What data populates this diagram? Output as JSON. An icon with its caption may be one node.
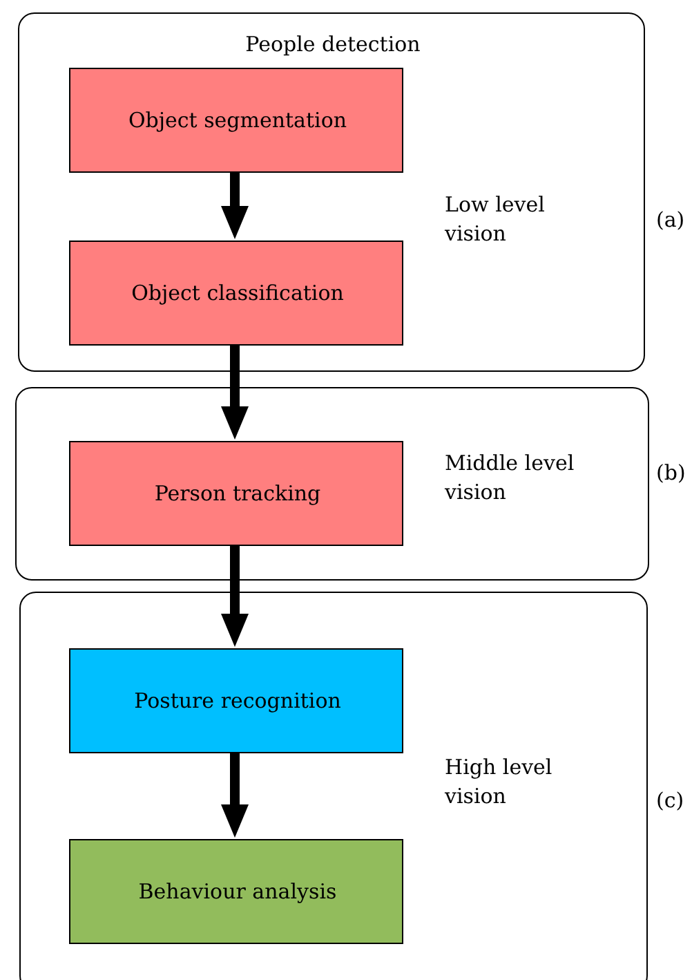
{
  "diagram": {
    "nodes": [
      {
        "text": [
          "People detection",
          "Low level vision"
        ],
        "beside": [
          "(a)"
        ]
      },
      {
        "text": [
          "Object segmentation"
        ],
        "in": 0
      },
      {
        "text": [
          "Object classification"
        ],
        "in": 0
      },
      {
        "text": [
          "Middle level vision"
        ],
        "beside": [
          "(b)"
        ]
      },
      {
        "text": [
          "Person tracking"
        ],
        "in": 3
      },
      {
        "text": [
          "High level vision"
        ],
        "beside": [
          "(c)"
        ]
      },
      {
        "text": [
          "Posture recognition"
        ],
        "in": 5
      },
      {
        "text": [
          "Behaviour analysis"
        ],
        "in": 5
      }
    ],
    "edges": [
      {
        "from": 1,
        "to": 2,
        "arrow": "to"
      },
      {
        "from": 2,
        "to": 4,
        "arrow": "to"
      },
      {
        "from": 4,
        "to": 6,
        "arrow": "to"
      },
      {
        "from": 6,
        "to": 7,
        "arrow": "to"
      }
    ]
  }
}
